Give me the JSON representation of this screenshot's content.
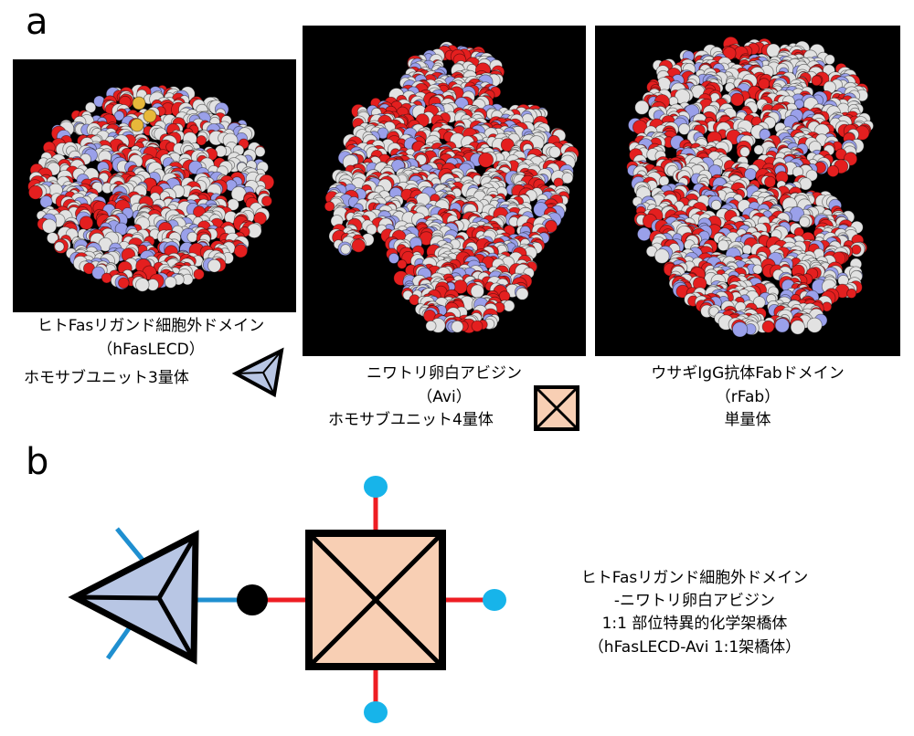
{
  "panels": {
    "a": "a",
    "b": "b"
  },
  "structures": [
    {
      "name_line1": "ヒトFasリガンド細胞外ドメイン",
      "name_line2": "（hFasLECD）",
      "name_line3": "ホモサブユニット3量体",
      "symbol_icon": "triangle-trimer-icon"
    },
    {
      "name_line1": "ニワトリ卵白アビジン",
      "name_line2": "（Avi）",
      "name_line3": "ホモサブユニット4量体",
      "symbol_icon": "square-tetramer-icon"
    },
    {
      "name_line1": "ウサギIgG抗体Fabドメイン",
      "name_line2": "（rFab）",
      "name_line3": "単量体"
    }
  ],
  "conjugate": {
    "line1": "ヒトFasリガンド細胞外ドメイン",
    "line2": "-ニワトリ卵白アビジン",
    "line3": "1:1 部位特異的化学架橋体",
    "line4": "（hFasLECD-Avi 1:1架橋体）"
  },
  "colors": {
    "trimer_fill": "#b8c6e4",
    "tetramer_fill": "#f8cfb4",
    "blue_linker": "#1f8fd0",
    "red_linker": "#ee1d23",
    "cyan_dot": "#17b4ea",
    "atom_white": "#e2e2e2",
    "atom_red": "#e41f1f",
    "atom_blue": "#9aa0ea",
    "atom_yellow": "#e7b83a"
  }
}
